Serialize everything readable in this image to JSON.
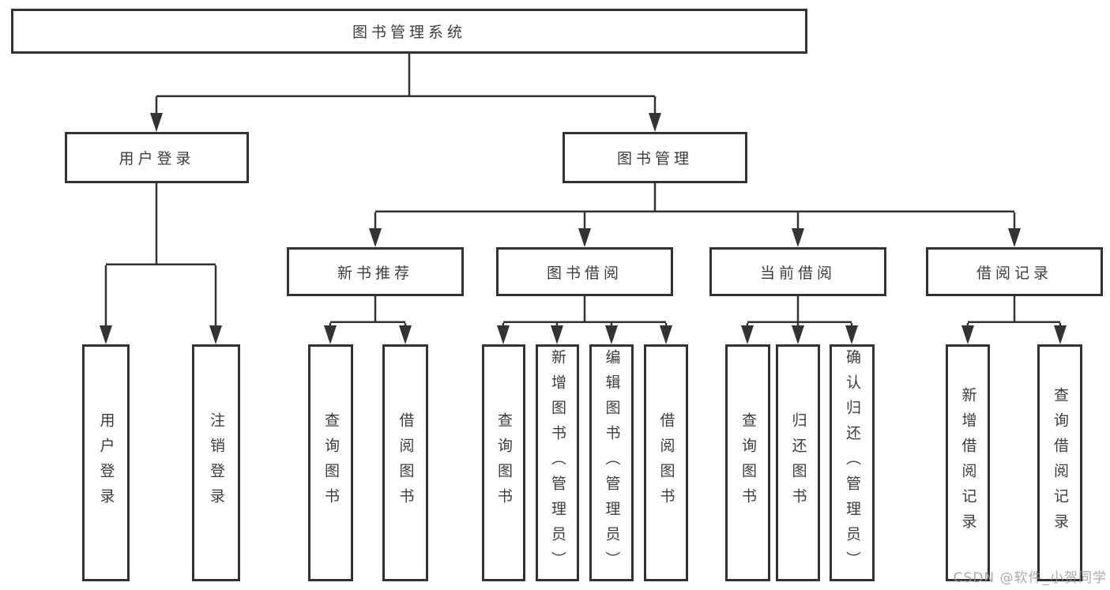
{
  "diagram": {
    "tree": {
      "label": "图书管理系统",
      "children": [
        {
          "label": "用户登录",
          "children": [
            {
              "label": "用户登录"
            },
            {
              "label": "注销登录"
            }
          ]
        },
        {
          "label": "图书管理",
          "children": [
            {
              "label": "新书推荐",
              "children": [
                {
                  "label": "查询图书"
                },
                {
                  "label": "借阅图书"
                }
              ]
            },
            {
              "label": "图书借阅",
              "children": [
                {
                  "label": "查询图书"
                },
                {
                  "label": "新增图书（管理员）"
                },
                {
                  "label": "编辑图书（管理员）"
                },
                {
                  "label": "借阅图书"
                }
              ]
            },
            {
              "label": "当前借阅",
              "children": [
                {
                  "label": "查询图书"
                },
                {
                  "label": "归还图书"
                },
                {
                  "label": "确认归还（管理员）"
                }
              ]
            },
            {
              "label": "借阅记录",
              "children": [
                {
                  "label": "新增借阅记录"
                },
                {
                  "label": "查询借阅记录"
                }
              ]
            }
          ]
        }
      ]
    },
    "colors": {
      "line": "#333333",
      "text": "#3d3d3d",
      "background": "#ffffff",
      "watermark": "#9c9c9c"
    },
    "watermark": "CSDN @软件_小贺同学"
  }
}
